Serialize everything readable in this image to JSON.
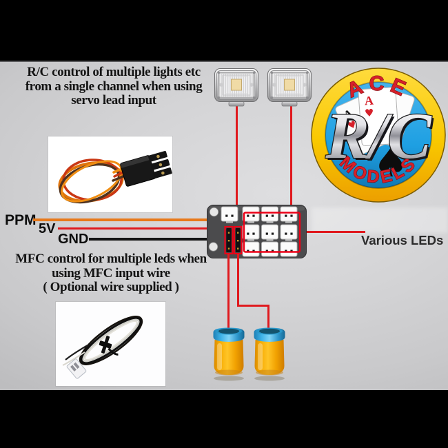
{
  "captions": {
    "servo": {
      "line1": "R/C control of multiple  lights etc",
      "line2": "from a single channel when using",
      "line3": "servo lead input"
    },
    "mfc": {
      "line1": "MFC control for multiple leds when",
      "line2": "using MFC input wire",
      "line3": "( Optional wire supplied )"
    }
  },
  "labels": {
    "ppm": "PPM",
    "five_v": "5V",
    "gnd": "GND",
    "various_leds": "Various LEDs"
  },
  "logo": {
    "arc_top": "ACE",
    "center": "R/C",
    "arc_bottom": "MODELS",
    "card_letter": "A",
    "suit_heart": "♥",
    "suit_spade": "♠"
  },
  "colors": {
    "ppm_wire": "#E8791B",
    "power_wire": "#E0191E",
    "ground_wire": "#141414",
    "led_wire": "#E0191E",
    "highlight_red": "#EC0016",
    "board": "#4B4B4D",
    "logo_ring": "#F9C800",
    "logo_disc": "#1E9FE2",
    "logo_text": "#D42028",
    "beacon_body": "#F2A303",
    "beacon_cap": "#2BA3DE"
  }
}
